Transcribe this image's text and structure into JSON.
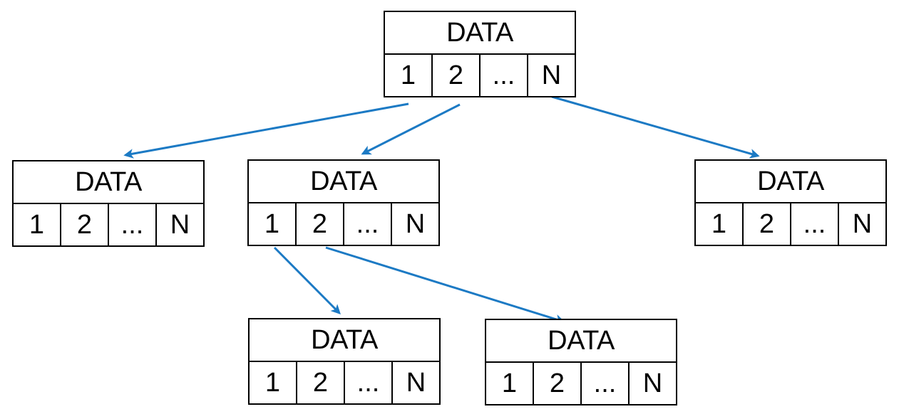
{
  "diagram": {
    "type": "tree",
    "description": "Hierarchy of identical DATA record nodes connected by arrows",
    "colors": {
      "arrow": "#1C7AC4",
      "node_border": "#000000",
      "node_fill": "#FFFFFF",
      "text": "#000000",
      "background": "#FFFFFF"
    },
    "nodes": [
      {
        "id": "root",
        "title": "DATA",
        "cells": [
          "1",
          "2",
          "...",
          "N"
        ]
      },
      {
        "id": "child-left",
        "title": "DATA",
        "cells": [
          "1",
          "2",
          "...",
          "N"
        ]
      },
      {
        "id": "child-middle",
        "title": "DATA",
        "cells": [
          "1",
          "2",
          "...",
          "N"
        ]
      },
      {
        "id": "child-right",
        "title": "DATA",
        "cells": [
          "1",
          "2",
          "...",
          "N"
        ]
      },
      {
        "id": "grandchild-left",
        "title": "DATA",
        "cells": [
          "1",
          "2",
          "...",
          "N"
        ]
      },
      {
        "id": "grandchild-right",
        "title": "DATA",
        "cells": [
          "1",
          "2",
          "...",
          "N"
        ]
      }
    ],
    "edges": [
      {
        "from": "root",
        "to": "child-left"
      },
      {
        "from": "root",
        "to": "child-middle"
      },
      {
        "from": "root",
        "to": "child-right"
      },
      {
        "from": "child-middle",
        "to": "grandchild-left"
      },
      {
        "from": "child-middle",
        "to": "grandchild-right"
      }
    ]
  }
}
